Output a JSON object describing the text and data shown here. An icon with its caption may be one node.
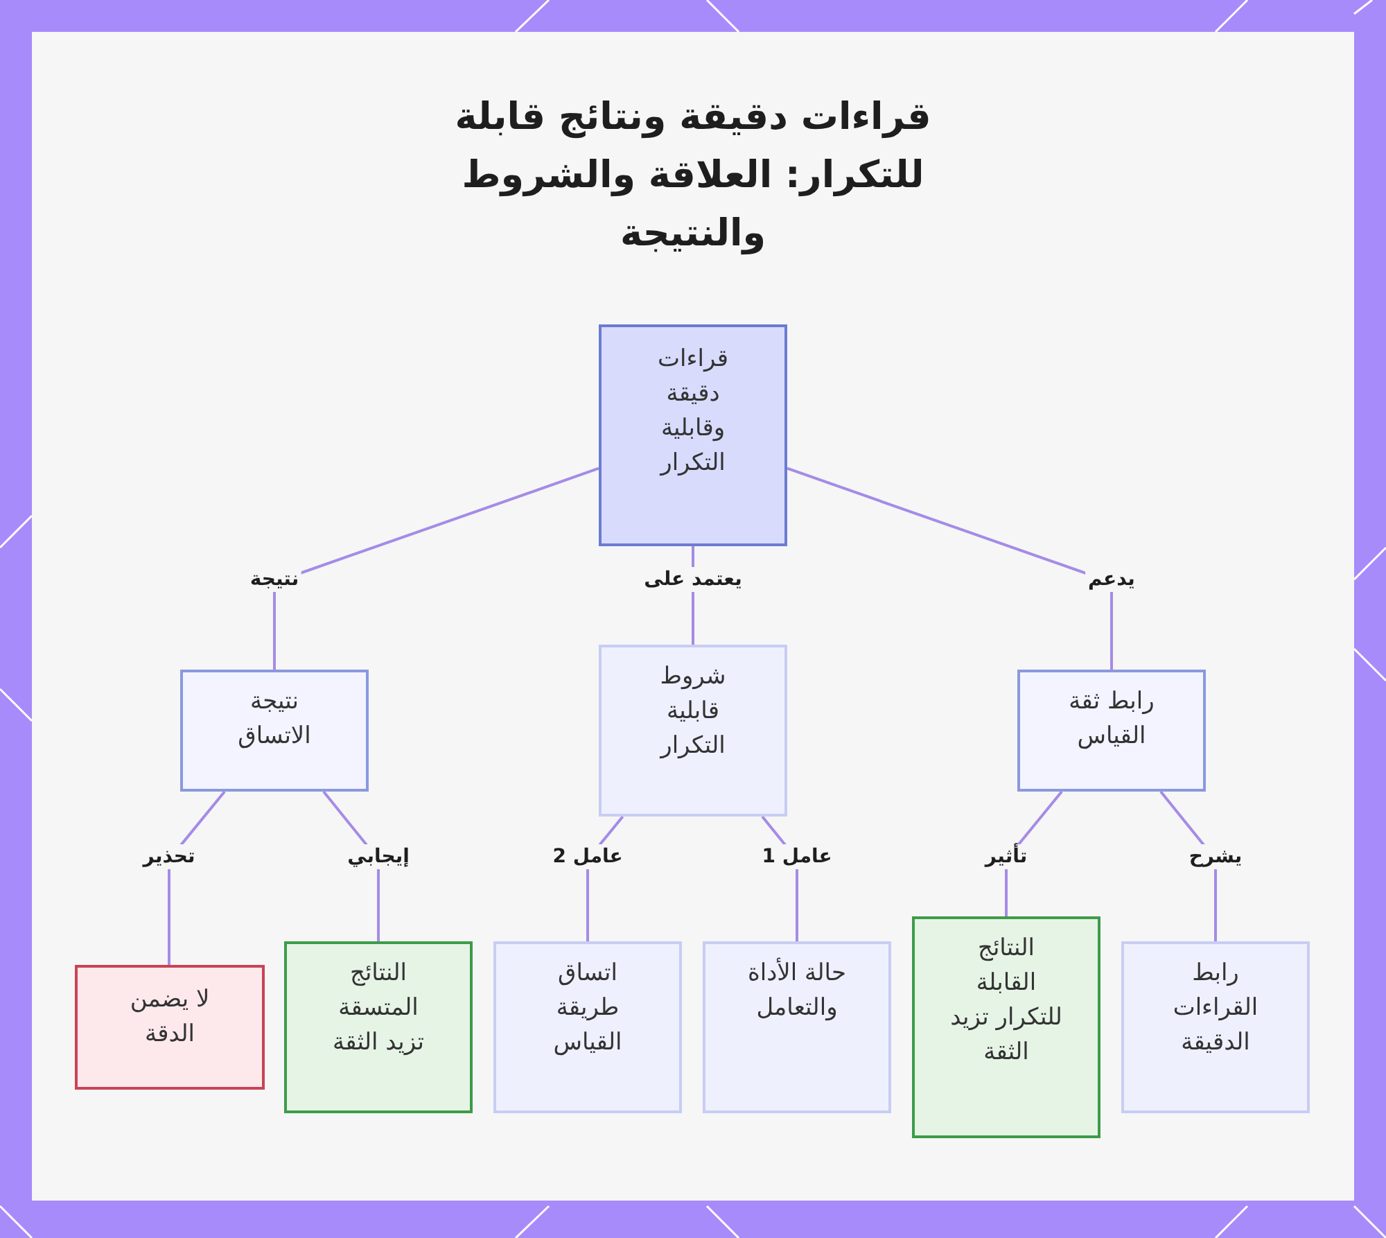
{
  "diagram": {
    "title": "قراءات دقيقة ونتائج قابلة للتكرار: العلاقة والشروط والنتيجة",
    "nodes": [
      {
        "text": [
          "قراءات دقيقة وقابلية التكرار"
        ]
      },
      {
        "text": [
          "رابط ثقة القياس"
        ]
      },
      {
        "text": [
          "شروط قابلية التكرار"
        ]
      },
      {
        "text": [
          "نتيجة الاتساق"
        ]
      },
      {
        "text": [
          "رابط القراءات الدقيقة"
        ]
      },
      {
        "text": [
          "النتائج القابلة للتكرار تزيد الثقة"
        ]
      },
      {
        "text": [
          "حالة الأداة والتعامل"
        ]
      },
      {
        "text": [
          "اتساق طريقة القياس"
        ]
      },
      {
        "text": [
          "النتائج المتسقة تزيد الثقة"
        ]
      },
      {
        "text": [
          "لا يضمن الدقة"
        ]
      }
    ],
    "edges": [
      {
        "from": 0,
        "to": 1,
        "arrow": "none",
        "label": "يدعم"
      },
      {
        "from": 0,
        "to": 2,
        "arrow": "none",
        "label": "يعتمد على"
      },
      {
        "from": 0,
        "to": 3,
        "arrow": "none",
        "label": "نتيجة"
      },
      {
        "from": 1,
        "to": 4,
        "arrow": "none",
        "label": "يشرح"
      },
      {
        "from": 1,
        "to": 5,
        "arrow": "none",
        "label": "تأثير"
      },
      {
        "from": 2,
        "to": 6,
        "arrow": "none",
        "label": "عامل 1"
      },
      {
        "from": 2,
        "to": 7,
        "arrow": "none",
        "label": "عامل 2"
      },
      {
        "from": 3,
        "to": 8,
        "arrow": "none",
        "label": "إيجابي"
      },
      {
        "from": 3,
        "to": 9,
        "arrow": "none",
        "label": "تحذير"
      }
    ]
  }
}
